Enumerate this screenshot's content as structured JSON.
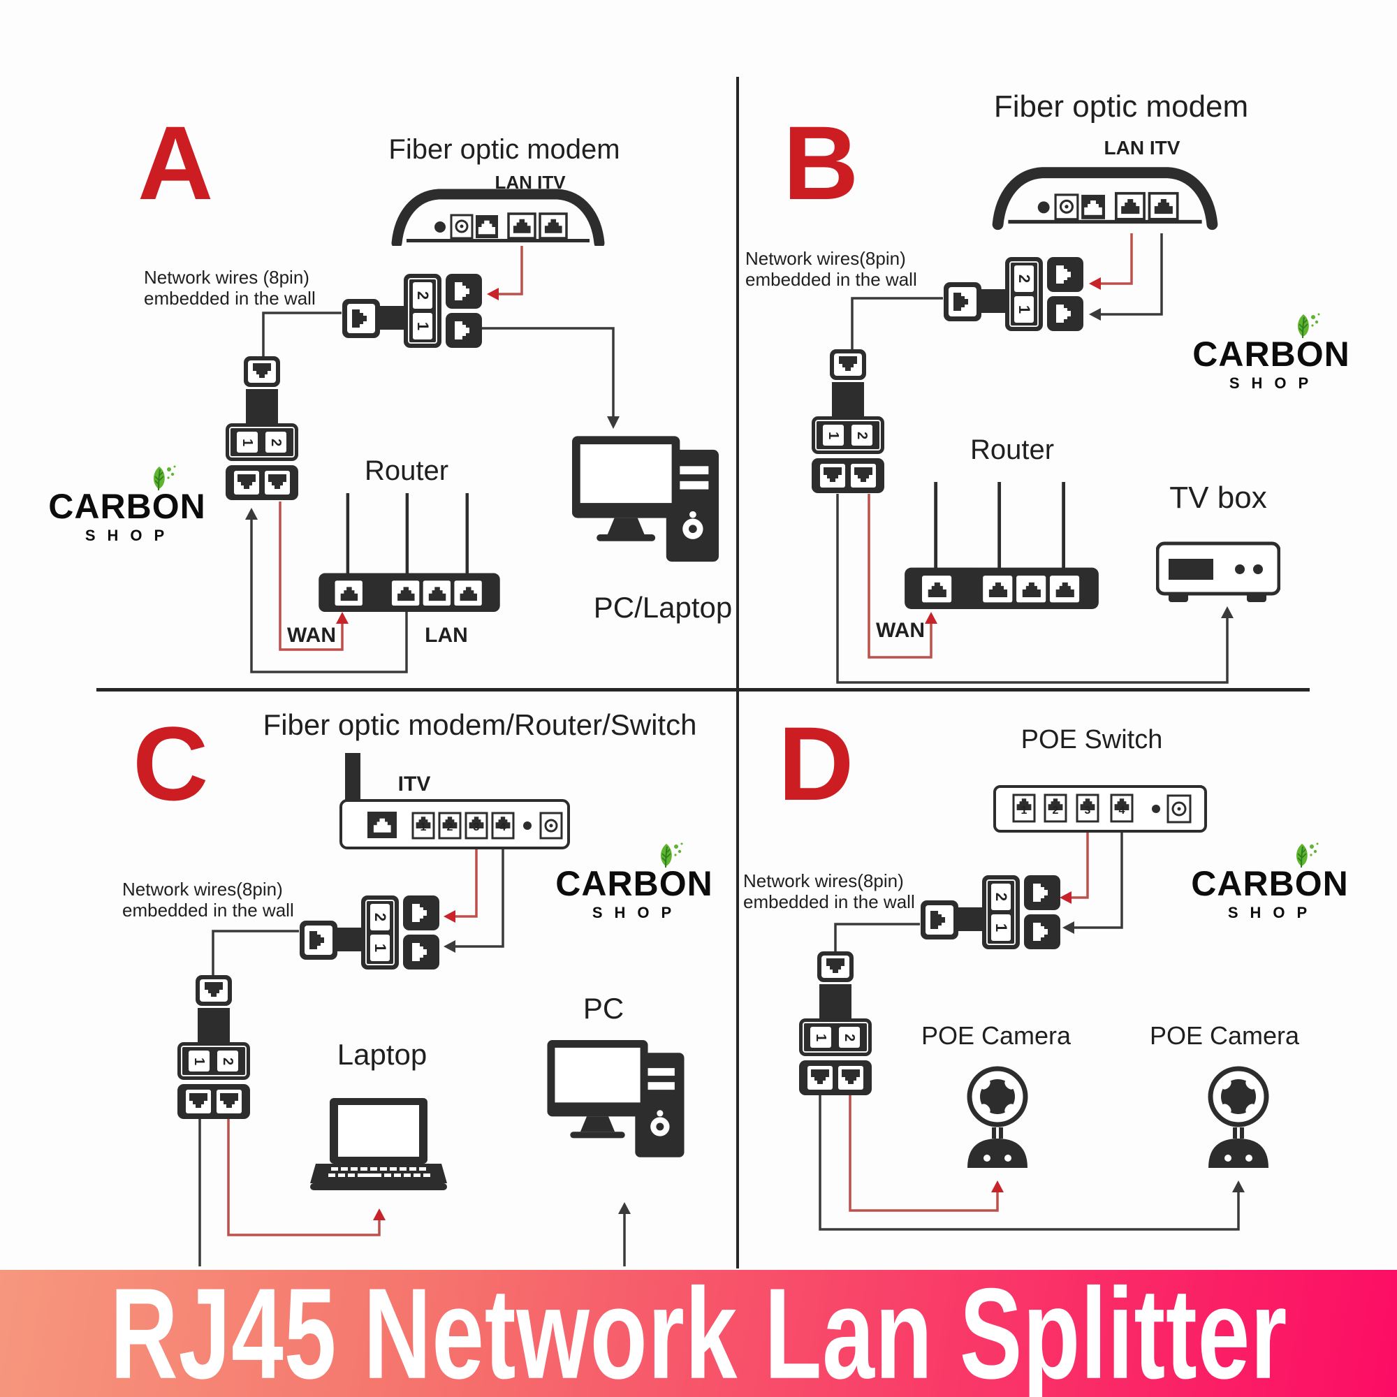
{
  "shared": {
    "brand": {
      "word_pre": "CARB",
      "word_o": "O",
      "word_post": "N",
      "shop": "SHOP"
    },
    "splitter_digits_h": [
      "2",
      "1"
    ],
    "splitter_digits_v": [
      "1",
      "2"
    ],
    "colors": {
      "accent_red": "#cb1d22",
      "wire_black": "#3a3a3a",
      "wire_red": "#bf4f4b",
      "icon_dark": "#2d2d2d",
      "banner_from": "#f6977e",
      "banner_to": "#fc0c64"
    }
  },
  "banner": {
    "title": "RJ45 Network Lan Splitter"
  },
  "quadrants": {
    "a": {
      "letter": "A",
      "title": "Fiber optic modem",
      "modem_ports_label": "LAN ITV",
      "wall_note_line1": "Network wires (8pin)",
      "wall_note_line2": "embedded in the wall",
      "router_label": "Router",
      "wan_label": "WAN",
      "lan_label": "LAN",
      "pc_label": "PC/Laptop"
    },
    "b": {
      "letter": "B",
      "title": "Fiber optic modem",
      "modem_ports_label": "LAN ITV",
      "wall_note_line1": "Network wires(8pin)",
      "wall_note_line2": "embedded in the wall",
      "router_label": "Router",
      "wan_label": "WAN",
      "tv_label": "TV box"
    },
    "c": {
      "letter": "C",
      "title": "Fiber optic modem/Router/Switch",
      "itv_label": "ITV",
      "ports": [
        "1",
        "2",
        "3",
        "4"
      ],
      "wall_note_line1": "Network wires(8pin)",
      "wall_note_line2": "embedded in the wall",
      "laptop_label": "Laptop",
      "pc_label": "PC"
    },
    "d": {
      "letter": "D",
      "title": "POE Switch",
      "ports": [
        "1",
        "2",
        "3",
        "4"
      ],
      "wall_note_line1": "Network wires(8pin)",
      "wall_note_line2": "embedded in the wall",
      "camera1_label": "POE Camera",
      "camera2_label": "POE Camera"
    }
  }
}
